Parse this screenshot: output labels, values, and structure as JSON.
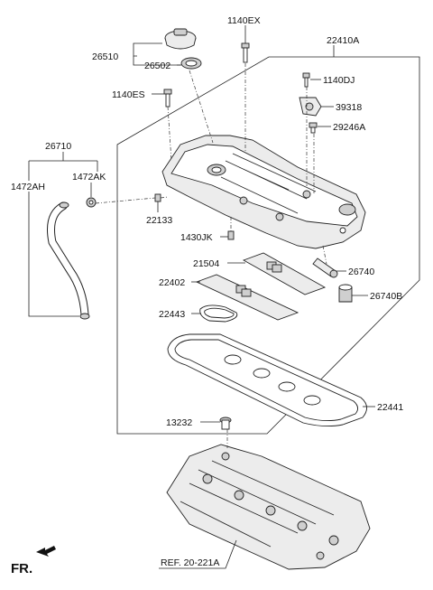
{
  "diagram": {
    "labels": {
      "p1140EX": "1140EX",
      "p22410A": "22410A",
      "p26510": "26510",
      "p26502": "26502",
      "p1140DJ": "1140DJ",
      "p1140ES": "1140ES",
      "p39318": "39318",
      "p29246A": "29246A",
      "p26710": "26710",
      "p1472AK": "1472AK",
      "p1472AH": "1472AH",
      "p22133": "22133",
      "p1430JK": "1430JK",
      "p21504": "21504",
      "p26740": "26740",
      "p22402": "22402",
      "p26740B": "26740B",
      "p22443": "22443",
      "p22441": "22441",
      "p13232": "13232",
      "ref": "REF. 20-221A",
      "fr": "FR."
    }
  }
}
